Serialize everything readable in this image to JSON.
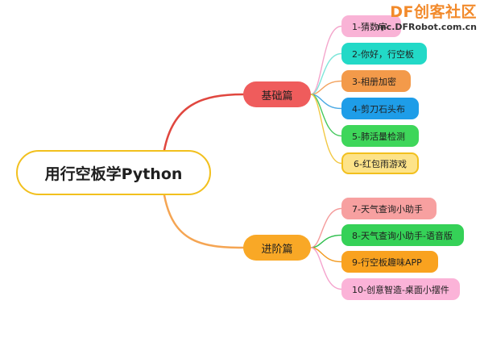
{
  "root": {
    "label": "用行空板学Python",
    "border": "#f2c01e"
  },
  "branches": [
    {
      "label": "基础篇",
      "color": "#ef5c5c",
      "edge_color": "#e0473f",
      "leaves": [
        {
          "label": "1-猜数字",
          "color": "#f9b3d6",
          "edge": "#f4a6cc"
        },
        {
          "label": "2-你好，行空板",
          "color": "#22d9c7",
          "edge": "#7fe6da"
        },
        {
          "label": "3-相册加密",
          "color": "#f39a4a",
          "edge": "#f3a461"
        },
        {
          "label": "4-剪刀石头布",
          "color": "#1e9de8",
          "edge": "#4aa9e4"
        },
        {
          "label": "5-肺活量检测",
          "color": "#3ed65a",
          "edge": "#47c95f"
        },
        {
          "label": "6-红包雨游戏",
          "color": "#fde389",
          "edge": "#f2c844",
          "border": "#f2c01e"
        }
      ]
    },
    {
      "label": "进阶篇",
      "color": "#f9a826",
      "edge_color": "#f5a553",
      "leaves": [
        {
          "label": "7-天气查询小助手",
          "color": "#f7a0a0",
          "edge": "#f49b9b"
        },
        {
          "label": "8-天气查询小助手-语音版",
          "color": "#35d157",
          "edge": "#2fbf4e"
        },
        {
          "label": "9-行空板趣味APP",
          "color": "#f9a21f",
          "edge": "#f29a20"
        },
        {
          "label": "10-创意智造-桌面小摆件",
          "color": "#fbb3d8",
          "edge": "#f5a3cd"
        }
      ]
    }
  ],
  "watermark": {
    "logo_prefix": "DF",
    "logo_suffix": "创客社区",
    "url": "mc.DFRobot.com.cn"
  }
}
